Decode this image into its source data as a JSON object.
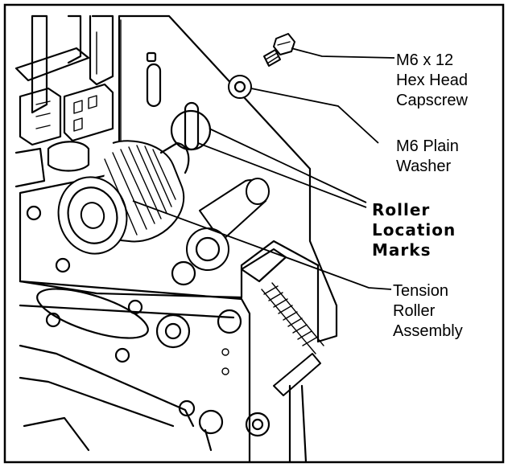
{
  "figure": {
    "frame_color": "#000000",
    "background": "#ffffff",
    "callouts": [
      {
        "id": "capscrew",
        "lines": [
          "M6 x 12",
          "Hex Head",
          "Capscrew"
        ],
        "bold": false
      },
      {
        "id": "washer",
        "lines": [
          "M6 Plain",
          "Washer"
        ],
        "bold": false
      },
      {
        "id": "location-marks",
        "lines": [
          "Roller",
          "Location",
          "Marks"
        ],
        "bold": true
      },
      {
        "id": "tension-roller",
        "lines": [
          "Tension",
          "Roller",
          "Assembly"
        ],
        "bold": false
      }
    ]
  }
}
